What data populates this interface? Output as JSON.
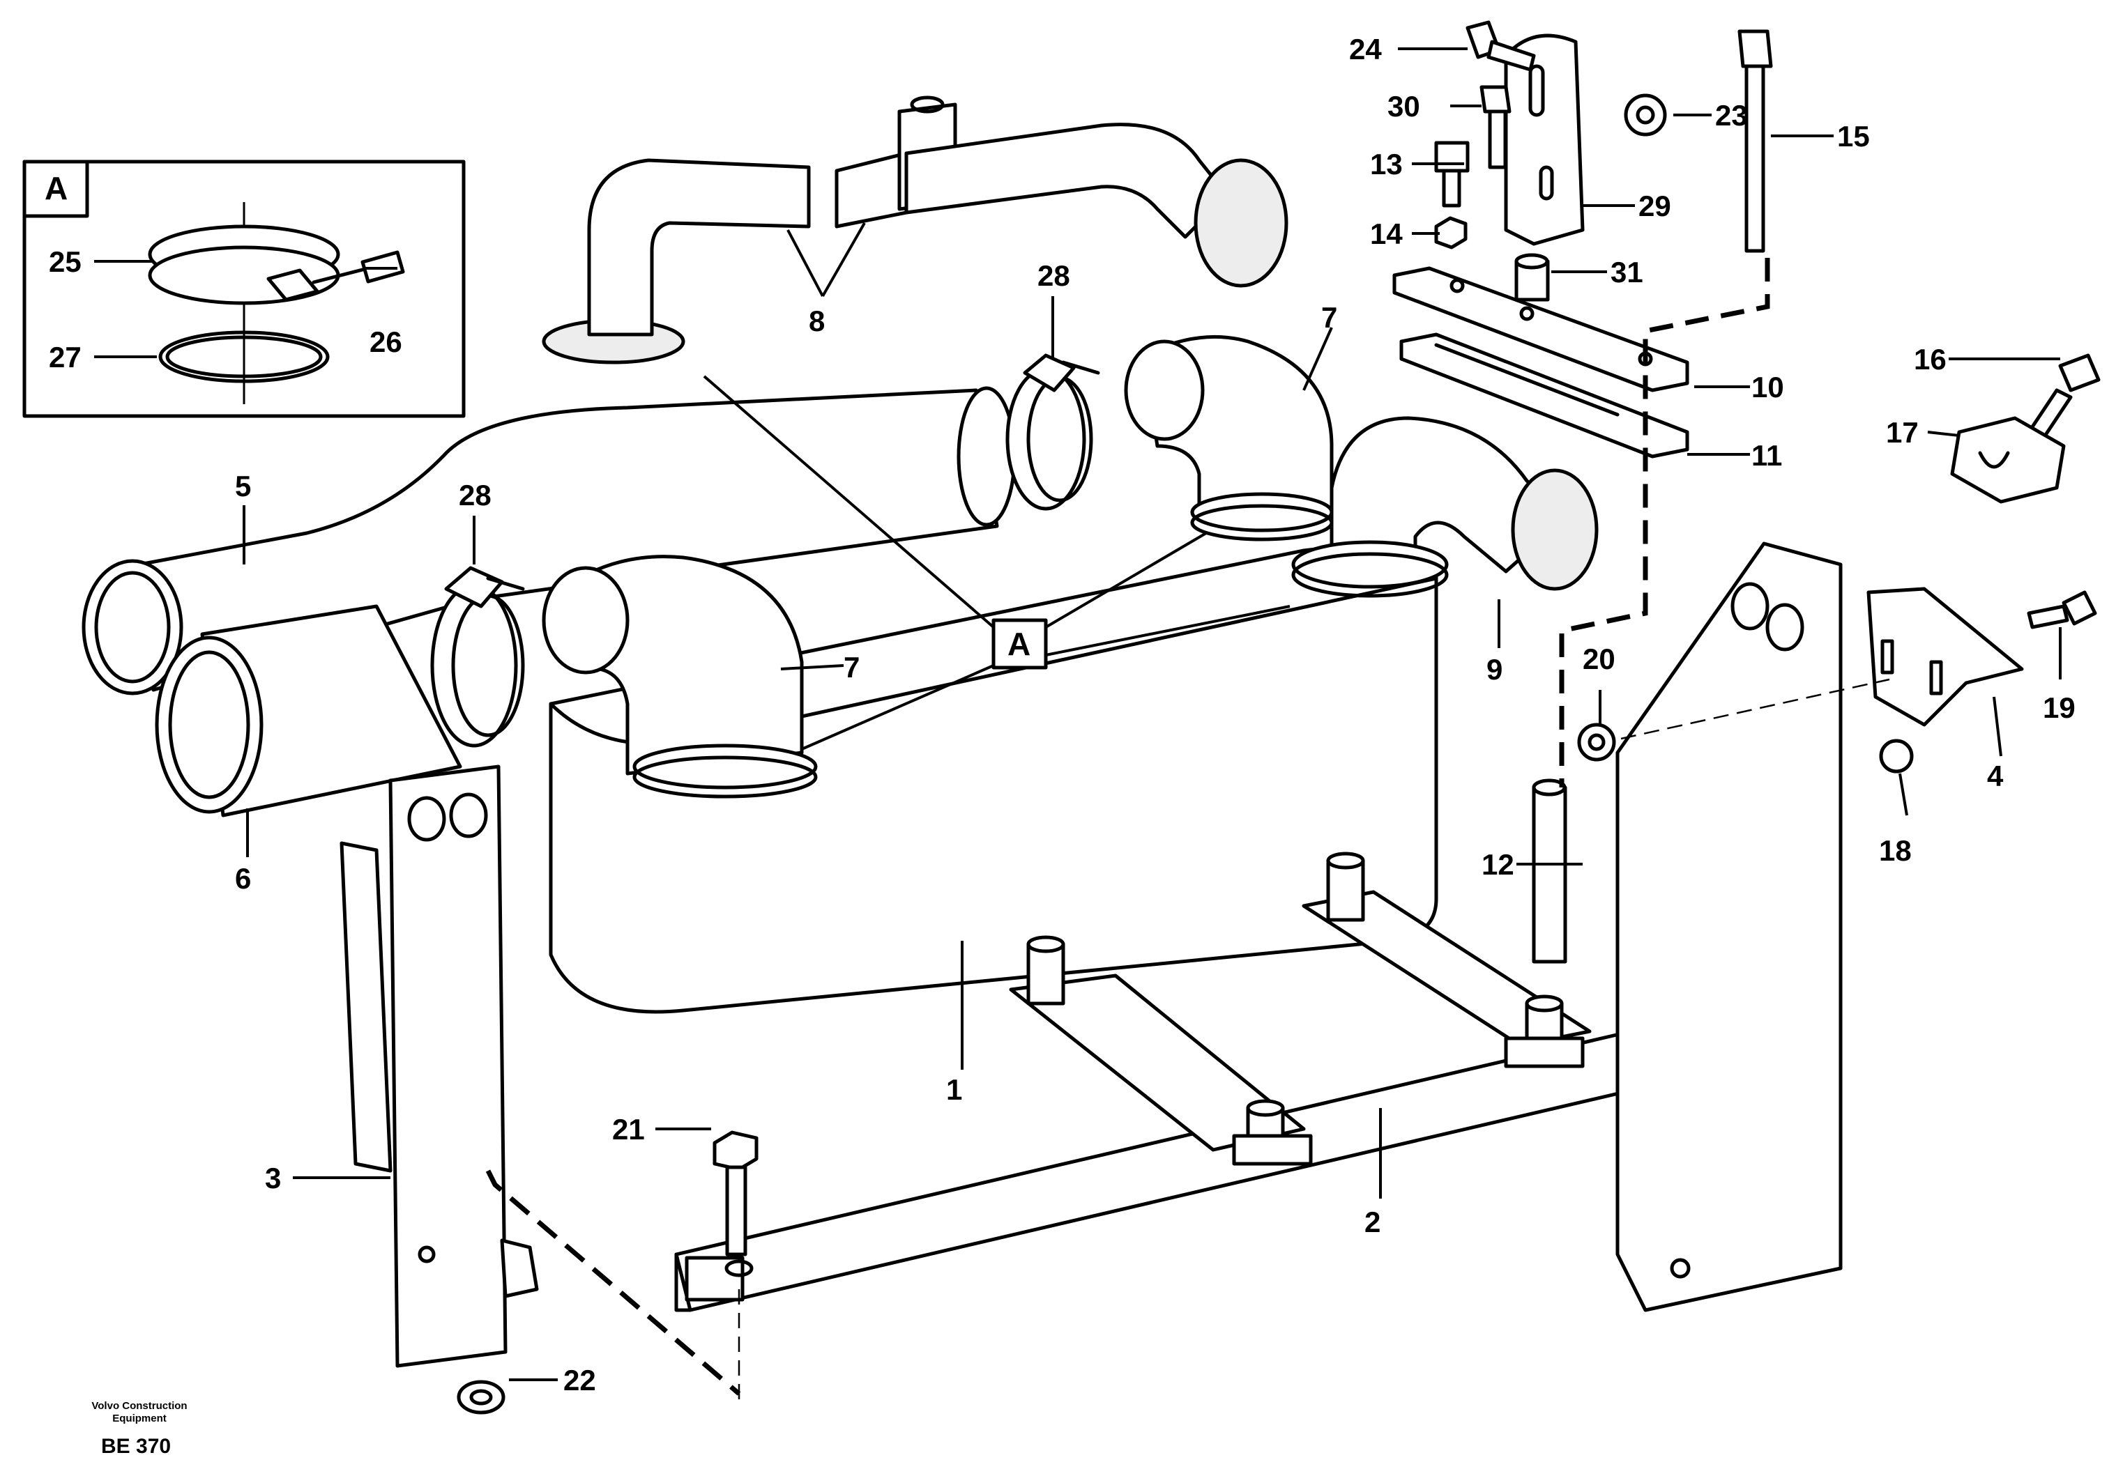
{
  "diagram": {
    "detail_label": "A",
    "part_numbers": [
      "1",
      "2",
      "3",
      "4",
      "5",
      "6",
      "7",
      "7",
      "8",
      "9",
      "10",
      "11",
      "12",
      "13",
      "14",
      "15",
      "16",
      "17",
      "18",
      "19",
      "20",
      "21",
      "22",
      "23",
      "24",
      "25",
      "26",
      "27",
      "28",
      "28",
      "29",
      "30",
      "31"
    ],
    "credit_line_1": "Volvo Construction",
    "credit_line_2": "Equipment",
    "drawing_code": "BE 370"
  }
}
